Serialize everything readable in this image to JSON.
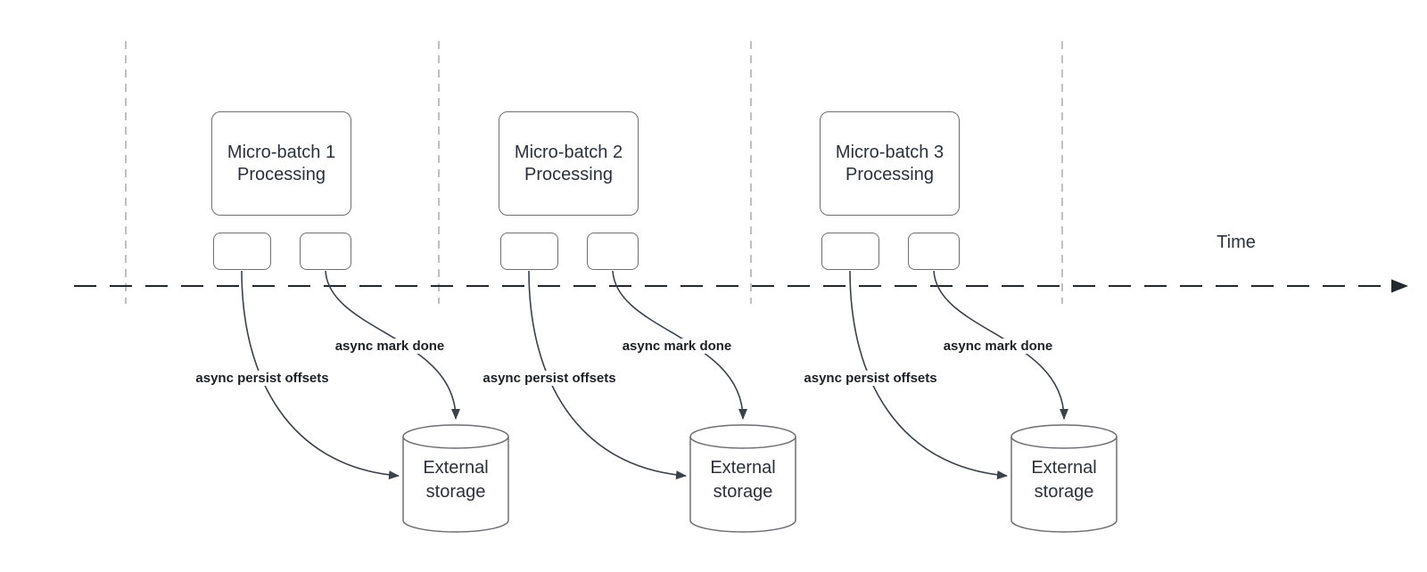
{
  "colors": {
    "background": "#ffffff",
    "axis": "#23272e",
    "guide": "#a9acb0",
    "arrow": "#3a4149",
    "shape_border": "#6e6e73",
    "text": "#2b313b",
    "label": "#1c2025"
  },
  "time_axis": {
    "label": "Time"
  },
  "groups": [
    {
      "title_lines": [
        "Micro-batch 1",
        "Processing"
      ],
      "persist_label": "async persist offsets",
      "done_label": "async mark done",
      "storage_lines": [
        "External",
        "storage"
      ]
    },
    {
      "title_lines": [
        "Micro-batch 2",
        "Processing"
      ],
      "persist_label": "async persist offsets",
      "done_label": "async mark done",
      "storage_lines": [
        "External",
        "storage"
      ]
    },
    {
      "title_lines": [
        "Micro-batch 3",
        "Processing"
      ],
      "persist_label": "async persist offsets",
      "done_label": "async mark done",
      "storage_lines": [
        "External",
        "storage"
      ]
    }
  ]
}
